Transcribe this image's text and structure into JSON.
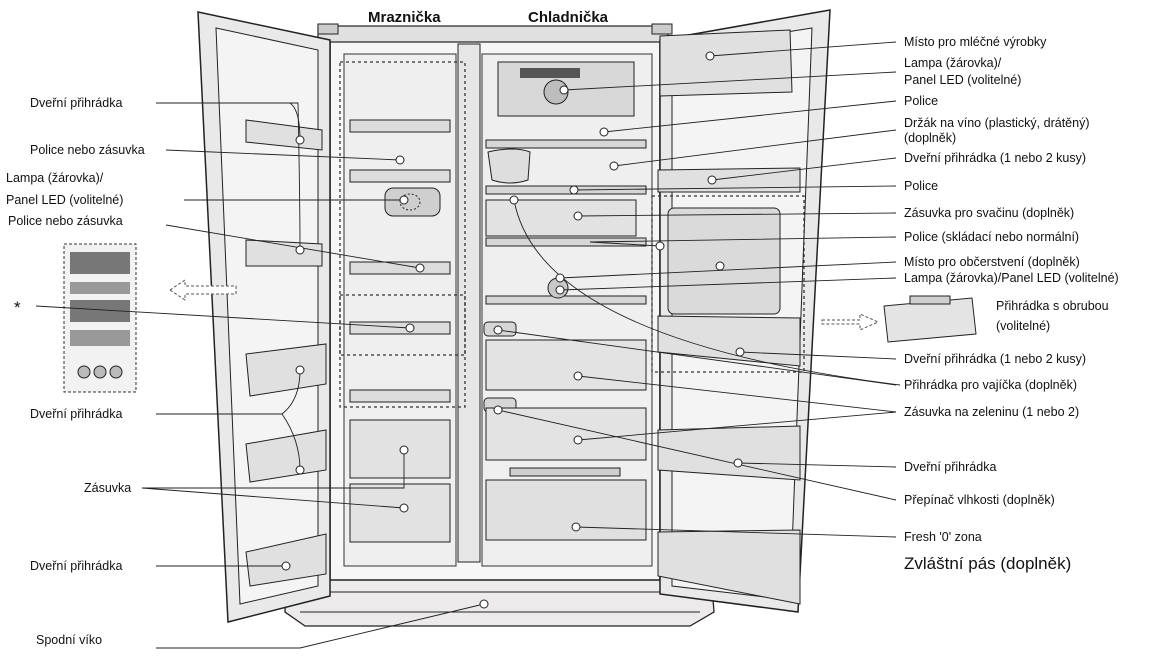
{
  "headers": {
    "freezer": "Mraznička",
    "fridge": "Chladnička"
  },
  "left_labels": {
    "door_bin_1": "Dveřní přihrádka",
    "shelf_or_drawer_1": "Police nebo zásuvka",
    "lamp_line1": "Lampa (žárovka)/",
    "lamp_line2": "Panel LED (volitelné)",
    "shelf_or_drawer_2": "Police nebo zásuvka",
    "asterisk": "*",
    "door_bin_2": "Dveřní přihrádka",
    "drawer": "Zásuvka",
    "door_bin_3": "Dveřní přihrádka",
    "bottom_cover": "Spodní víko"
  },
  "right_labels": {
    "dairy": "Místo pro mléčné výrobky",
    "lamp_line1": "Lampa (žárovka)/",
    "lamp_line2": "Panel LED (volitelné)",
    "shelf_1": "Police",
    "wine_line1": "Držák na víno (plastický, drátěný)",
    "wine_line2": "(doplněk)",
    "door_bin_12a": "Dveřní přihrádka (1 nebo 2 kusy)",
    "shelf_2": "Police",
    "snack_drawer": "Zásuvka pro svačinu (doplněk)",
    "shelf_folding": "Police (skládací nebo normální)",
    "refreshment": "Místo pro občerstvení (doplněk)",
    "lamp_single": "Lampa (žárovka)/Panel LED (volitelné)",
    "rim_line1": "Přihrádka s obrubou",
    "rim_line2": "(volitelné)",
    "door_bin_12b": "Dveřní přihrádka (1 nebo 2 kusy)",
    "egg_tray": "Přihrádka pro vajíčka (doplněk)",
    "veg_drawer": "Zásuvka na zeleninu (1 nebo 2)",
    "door_bin": "Dveřní přihrádka",
    "humidity": "Přepínač vlhkosti (doplněk)",
    "fresh_zone": "Fresh '0' zona",
    "special_belt": "Zvláštní pás (doplněk)"
  }
}
